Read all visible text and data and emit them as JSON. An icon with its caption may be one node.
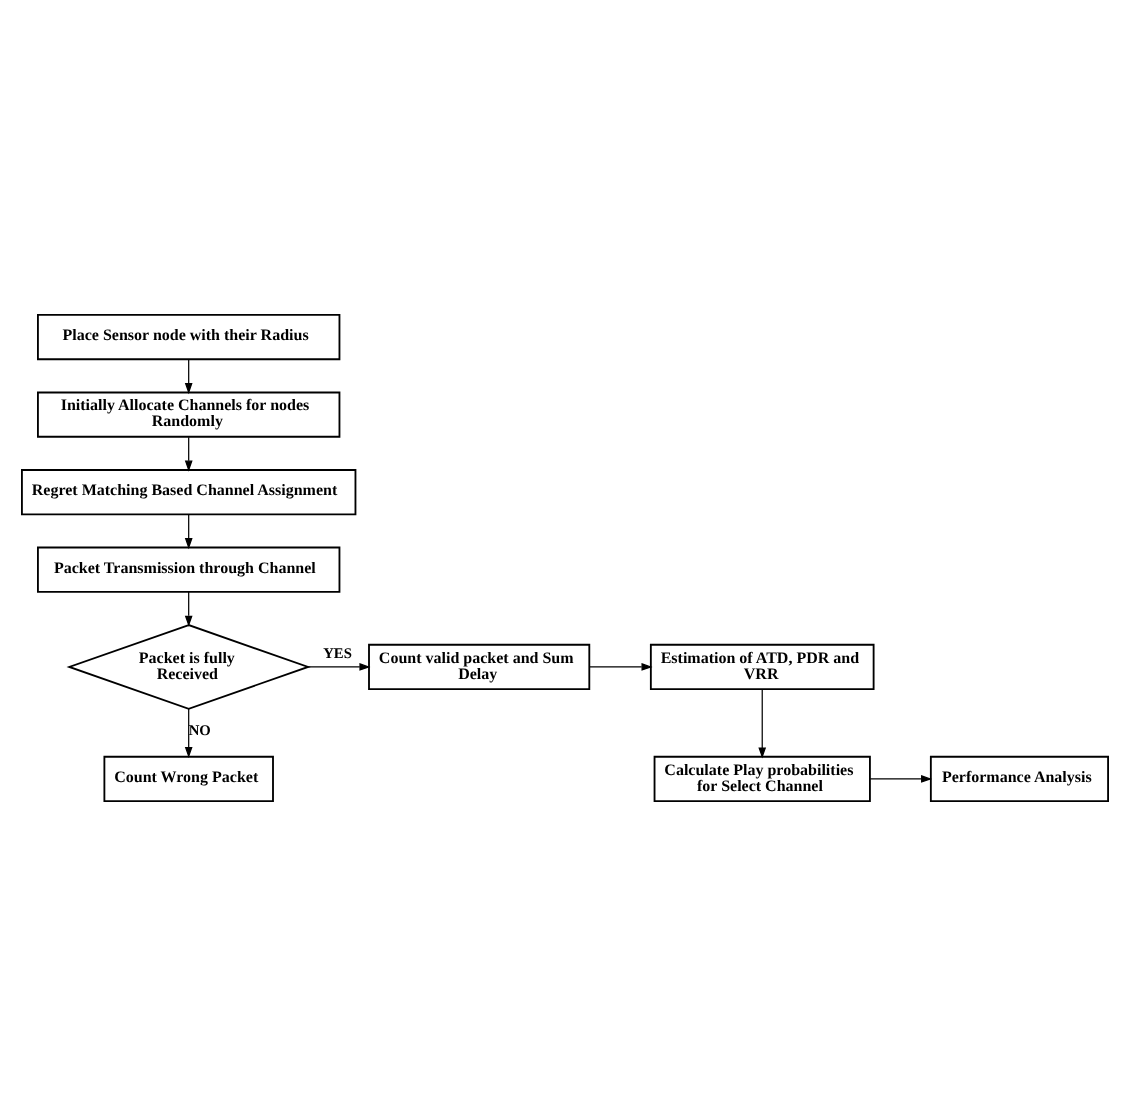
{
  "diagram": {
    "nodes": [
      {
        "text": [
          "Place Sensor node with their Radius"
        ]
      },
      {
        "text": [
          "Initially Allocate Channels for nodes Randomly"
        ]
      },
      {
        "text": [
          "Regret Matching Based Channel Assignment"
        ]
      },
      {
        "text": [
          "Packet Transmission through Channel"
        ]
      },
      {
        "text": [
          "Packet is fully Received"
        ]
      },
      {
        "text": [
          "Count valid packet and Sum Delay"
        ]
      },
      {
        "text": [
          "Estimation of ATD, PDR and VRR"
        ]
      },
      {
        "text": [
          "Calculate Play probabilities for Select Channel"
        ]
      },
      {
        "text": [
          "Performance Analysis"
        ]
      },
      {
        "text": [
          "Count Wrong Packet"
        ]
      }
    ],
    "edges": [
      {
        "from": 0,
        "to": 1,
        "arrow": "to"
      },
      {
        "from": 1,
        "to": 2,
        "arrow": "to"
      },
      {
        "from": 2,
        "to": 3,
        "arrow": "to"
      },
      {
        "from": 3,
        "to": 4,
        "arrow": "to"
      },
      {
        "from": 4,
        "to": 5,
        "arrow": "to",
        "label": "YES"
      },
      {
        "from": 5,
        "to": 6,
        "arrow": "to"
      },
      {
        "from": 6,
        "to": 7,
        "arrow": "to"
      },
      {
        "from": 7,
        "to": 8,
        "arrow": "to"
      },
      {
        "from": 4,
        "to": 9,
        "arrow": "to",
        "label": "NO"
      }
    ]
  }
}
